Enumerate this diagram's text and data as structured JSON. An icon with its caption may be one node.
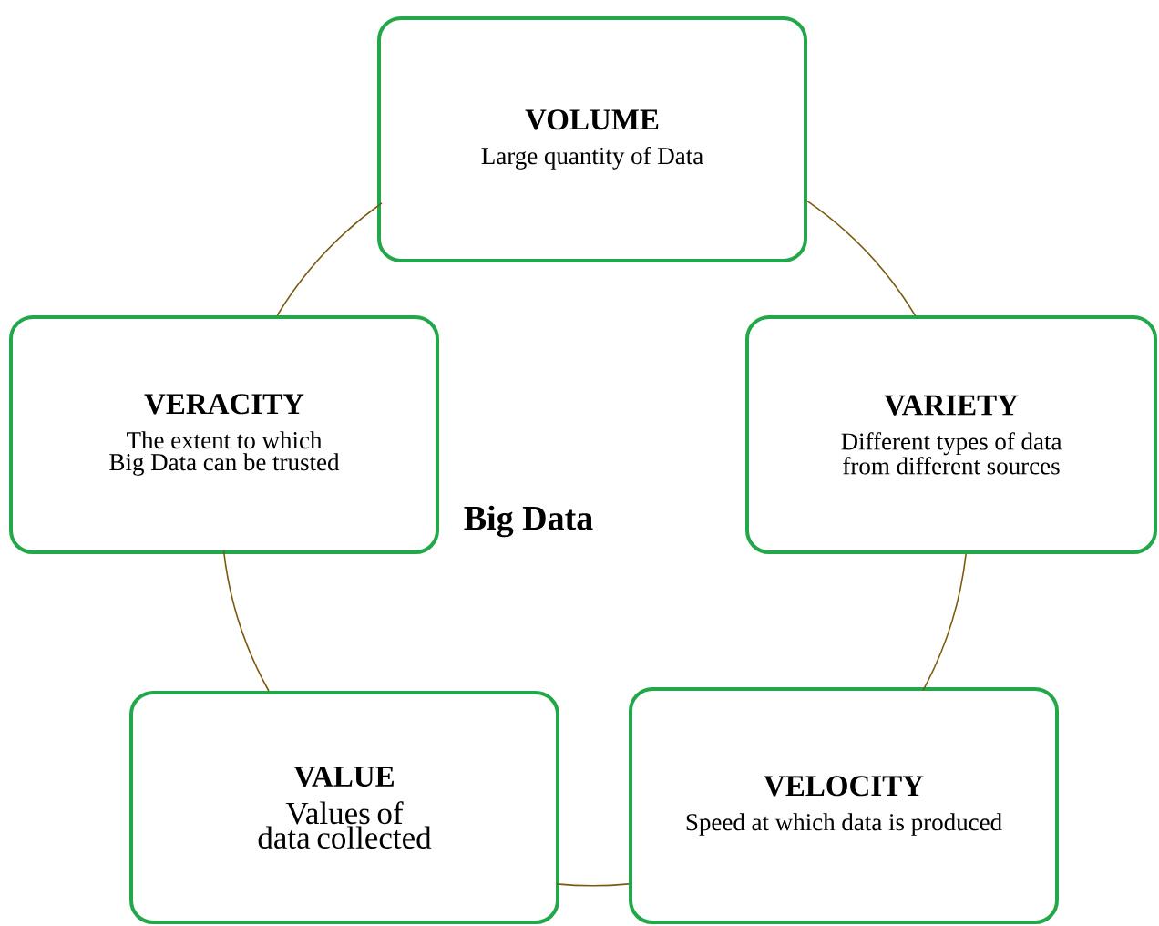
{
  "diagram": {
    "nodes": [
      {
        "text": [
          "VOLUME",
          "Large quantity of Data"
        ]
      },
      {
        "text": [
          "VERACITY",
          "The extent to which Big Data can be trusted"
        ]
      },
      {
        "text": [
          "VARIETY",
          "Different types of data from different sources"
        ]
      },
      {
        "text": [
          "VALUE",
          "Values of data collected"
        ]
      },
      {
        "text": [
          "VELOCITY",
          "Speed at which data is produced"
        ]
      }
    ],
    "edges": [
      {
        "from": 0,
        "to": 2,
        "arrow": "none"
      },
      {
        "from": 2,
        "to": 4,
        "arrow": "none"
      },
      {
        "from": 4,
        "to": 3,
        "arrow": "none"
      },
      {
        "from": 3,
        "to": 1,
        "arrow": "none"
      },
      {
        "from": 1,
        "to": 0,
        "arrow": "none"
      }
    ],
    "labels": [
      "Big Data"
    ]
  }
}
